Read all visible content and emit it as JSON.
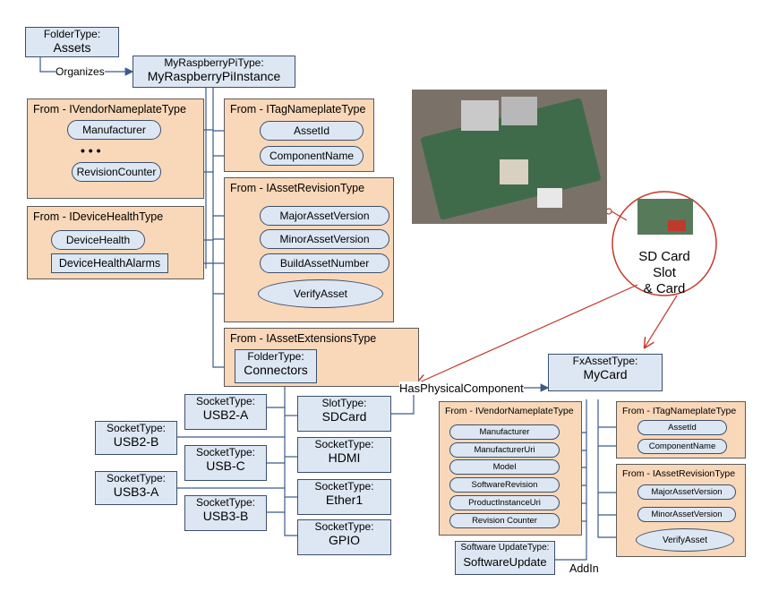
{
  "colors": {
    "group_fill": "#f9d7b9",
    "node_fill": "#dde7f3",
    "line": "#3c5a8a",
    "arrow_red": "#c0392b"
  },
  "top": {
    "assets": {
      "type": "FolderType:",
      "name": "Assets"
    },
    "organizes": "Organizes",
    "instance": {
      "type": "MyRaspberryPiType:",
      "name": "MyRaspberryPiInstance"
    }
  },
  "vendor": {
    "title": "From - IVendorNameplateType",
    "items": [
      "Manufacturer",
      "RevisionCounter"
    ],
    "ellipsis": "• • •"
  },
  "tag": {
    "title": "From - ITagNameplateType",
    "items": [
      "AssetId",
      "ComponentName"
    ]
  },
  "revision": {
    "title": "From - IAssetRevisionType",
    "items": [
      "MajorAssetVersion",
      "MinorAssetVersion",
      "BuildAssetNumber"
    ],
    "method": "VerifyAsset"
  },
  "health": {
    "title": "From - IDeviceHealthType",
    "items": [
      "DeviceHealth",
      "DeviceHealthAlarms"
    ]
  },
  "extensions": {
    "title": "From - IAssetExtensionsType",
    "folder": {
      "type": "FolderType:",
      "name": "Connectors"
    }
  },
  "sockets_left": [
    {
      "type": "SocketType:",
      "name": "USB2-A"
    },
    {
      "type": "SocketType:",
      "name": "USB-C"
    },
    {
      "type": "SocketType:",
      "name": "USB3-B"
    }
  ],
  "sockets_far": [
    {
      "type": "SocketType:",
      "name": "USB2-B"
    },
    {
      "type": "SocketType:",
      "name": "USB3-A"
    }
  ],
  "sockets_right": [
    {
      "type": "SlotType:",
      "name": "SDCard"
    },
    {
      "type": "SocketType:",
      "name": "HDMI"
    },
    {
      "type": "SocketType:",
      "name": "Ether1"
    },
    {
      "type": "SocketType:",
      "name": "GPIO"
    }
  ],
  "callout": {
    "line1": "SD Card Slot",
    "line2": "& Card"
  },
  "has_physical": "HasPhysicalComponent",
  "mycard": {
    "type": "FxAssetType:",
    "name": "MyCard"
  },
  "card_vendor": {
    "title": "From - IVendorNameplateType",
    "items": [
      "Manufacturer",
      "ManufacturerUri",
      "Model",
      "SoftwareRevision",
      "ProductInstanceUri",
      "Revision Counter"
    ]
  },
  "card_tag": {
    "title": "From - ITagNameplateType",
    "items": [
      "AssetId",
      "ComponentName"
    ]
  },
  "card_revision": {
    "title": "From - IAssetRevisionType",
    "items": [
      "MajorAssetVersion",
      "MinorAssetVersion"
    ],
    "method": "VerifyAsset"
  },
  "software": {
    "type": "Software UpdateType:",
    "name": "SoftwareUpdate"
  },
  "addin": "AddIn"
}
